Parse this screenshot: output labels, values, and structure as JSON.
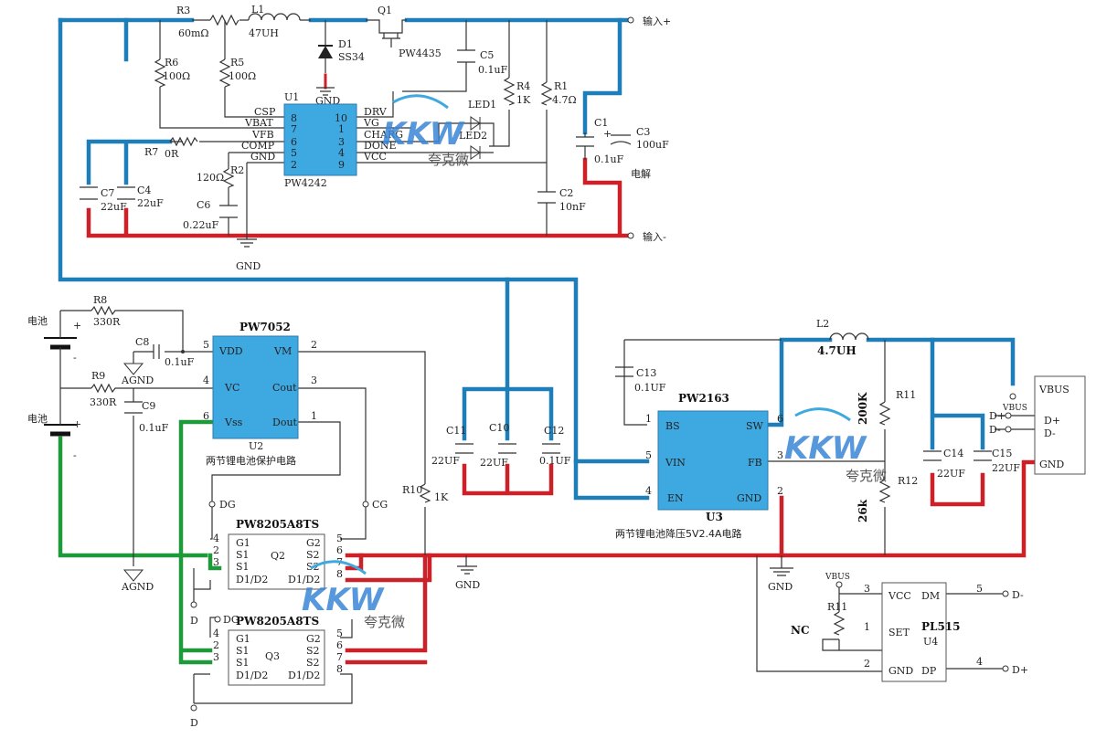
{
  "top": {
    "r3": {
      "name": "R3",
      "value": "60mΩ"
    },
    "l1": {
      "name": "L1",
      "value": "47UH"
    },
    "q1": {
      "name": "Q1",
      "part": "PW4435"
    },
    "d1": {
      "name": "D1",
      "part": "SS34"
    },
    "gnd": "GND",
    "c5": {
      "name": "C5",
      "value": "0.1uF"
    },
    "r6": {
      "name": "R6",
      "value": "100Ω"
    },
    "r5": {
      "name": "R5",
      "value": "100Ω"
    },
    "r4": {
      "name": "R4",
      "value": "1K"
    },
    "r1": {
      "name": "R1",
      "value": "4.7Ω"
    },
    "led1": "LED1",
    "led2": "LED2",
    "u1": {
      "name": "U1",
      "part": "PW4242",
      "left_pins": [
        {
          "label": "CSP",
          "num": "8"
        },
        {
          "label": "VBAT",
          "num": "7"
        },
        {
          "label": "VFB",
          "num": "6"
        },
        {
          "label": "COMP",
          "num": "5"
        },
        {
          "label": "GND",
          "num": "2"
        }
      ],
      "right_pins": [
        {
          "label": "DRV",
          "num": "10"
        },
        {
          "label": "VG",
          "num": "1"
        },
        {
          "label": "CHARG",
          "num": "3"
        },
        {
          "label": "DONE",
          "num": "4"
        },
        {
          "label": "VCC",
          "num": "9"
        }
      ]
    },
    "r7": {
      "name": "R7",
      "value": "0R"
    },
    "r2": {
      "name": "R2",
      "value": "120Ω"
    },
    "c6": {
      "name": "C6",
      "value": "0.22uF"
    },
    "c7": {
      "name": "C7",
      "value": "22uF"
    },
    "c4": {
      "name": "C4",
      "value": "22uF"
    },
    "c1": {
      "name": "C1",
      "value": "0.1uF"
    },
    "c3": {
      "name": "C3",
      "value": "100uF",
      "note": "电解"
    },
    "c2": {
      "name": "C2",
      "value": "10nF"
    },
    "in_plus": "输入+",
    "in_minus": "输入-"
  },
  "protect": {
    "battery1": "电池",
    "battery2": "电池",
    "plus": "+",
    "minus": "-",
    "r8": {
      "name": "R8",
      "value": "330R"
    },
    "r9": {
      "name": "R9",
      "value": "330R"
    },
    "c8": {
      "name": "C8",
      "value": "0.1uF"
    },
    "c9": {
      "name": "C9",
      "value": "0.1uF"
    },
    "agnd": "AGND",
    "u2": {
      "name": "U2",
      "part": "PW7052",
      "pins": [
        {
          "label": "VDD",
          "num": "5"
        },
        {
          "label": "VM",
          "num": "2"
        },
        {
          "label": "VC",
          "num": "4"
        },
        {
          "label": "Cout",
          "num": "3"
        },
        {
          "label": "Vss",
          "num": "6"
        },
        {
          "label": "Dout",
          "num": "1"
        }
      ]
    },
    "caption": "两节锂电池保护电路",
    "dg": "DG",
    "cg": "CG",
    "r10": {
      "name": "R10",
      "value": "1K"
    },
    "q2": {
      "name": "Q2",
      "part": "PW8205A8TS"
    },
    "q3": {
      "name": "Q3",
      "part": "PW8205A8TS"
    },
    "mos_left": [
      "G1",
      "S1",
      "S1",
      "D1/D2"
    ],
    "mos_right": [
      "G2",
      "S2",
      "S2",
      "D1/D2"
    ],
    "mos_left_nums": [
      "4",
      "2",
      "3",
      ""
    ],
    "mos_right_nums": [
      "5",
      "6",
      "7",
      "8"
    ],
    "d_label": "D"
  },
  "buck": {
    "c11": {
      "name": "C11",
      "value": "22UF"
    },
    "c10": {
      "name": "C10",
      "value": "22UF"
    },
    "c12": {
      "name": "C12",
      "value": "0.1UF"
    },
    "c13": {
      "name": "C13",
      "value": "0.1UF"
    },
    "l2": {
      "name": "L2",
      "value": "4.7UH"
    },
    "u3": {
      "name": "U3",
      "part": "PW2163",
      "pins": [
        {
          "label": "BS",
          "num": "1"
        },
        {
          "label": "SW",
          "num": "6"
        },
        {
          "label": "VIN",
          "num": "5"
        },
        {
          "label": "FB",
          "num": "3"
        },
        {
          "label": "EN",
          "num": "4"
        },
        {
          "label": "GND",
          "num": "2"
        }
      ]
    },
    "caption": "两节锂电池降压5V2.4A电路",
    "r11": {
      "name": "R11",
      "value": "200K"
    },
    "r12": {
      "name": "R12",
      "value": "26k"
    },
    "c14": {
      "name": "C14",
      "value": "22UF"
    },
    "c15": {
      "name": "C15",
      "value": "22UF"
    },
    "gnd": "GND",
    "usb": {
      "vbus": "VBUS",
      "dp": "D+",
      "dm": "D-",
      "gnd": "GND",
      "vbus_small": "VBUS"
    }
  },
  "pl515": {
    "u4": {
      "name": "U4",
      "part": "PL515"
    },
    "pins": [
      {
        "label": "VCC",
        "num": "3"
      },
      {
        "label": "DM",
        "num": "5"
      },
      {
        "label": "SET",
        "num": "1"
      },
      {
        "label": "GND",
        "num": "2"
      },
      {
        "label": "DP",
        "num": "4"
      }
    ],
    "vbus": "VBUS",
    "r11": "R11",
    "nc": "NC",
    "dm_out": "D-",
    "dp_out": "D+"
  },
  "watermark": {
    "brand": "KKW",
    "cn": "夸克微"
  },
  "colors": {
    "blue": "#1e7fb8",
    "red": "#cc2128",
    "green": "#1f9a3a",
    "chip": "#3ea8e0"
  }
}
